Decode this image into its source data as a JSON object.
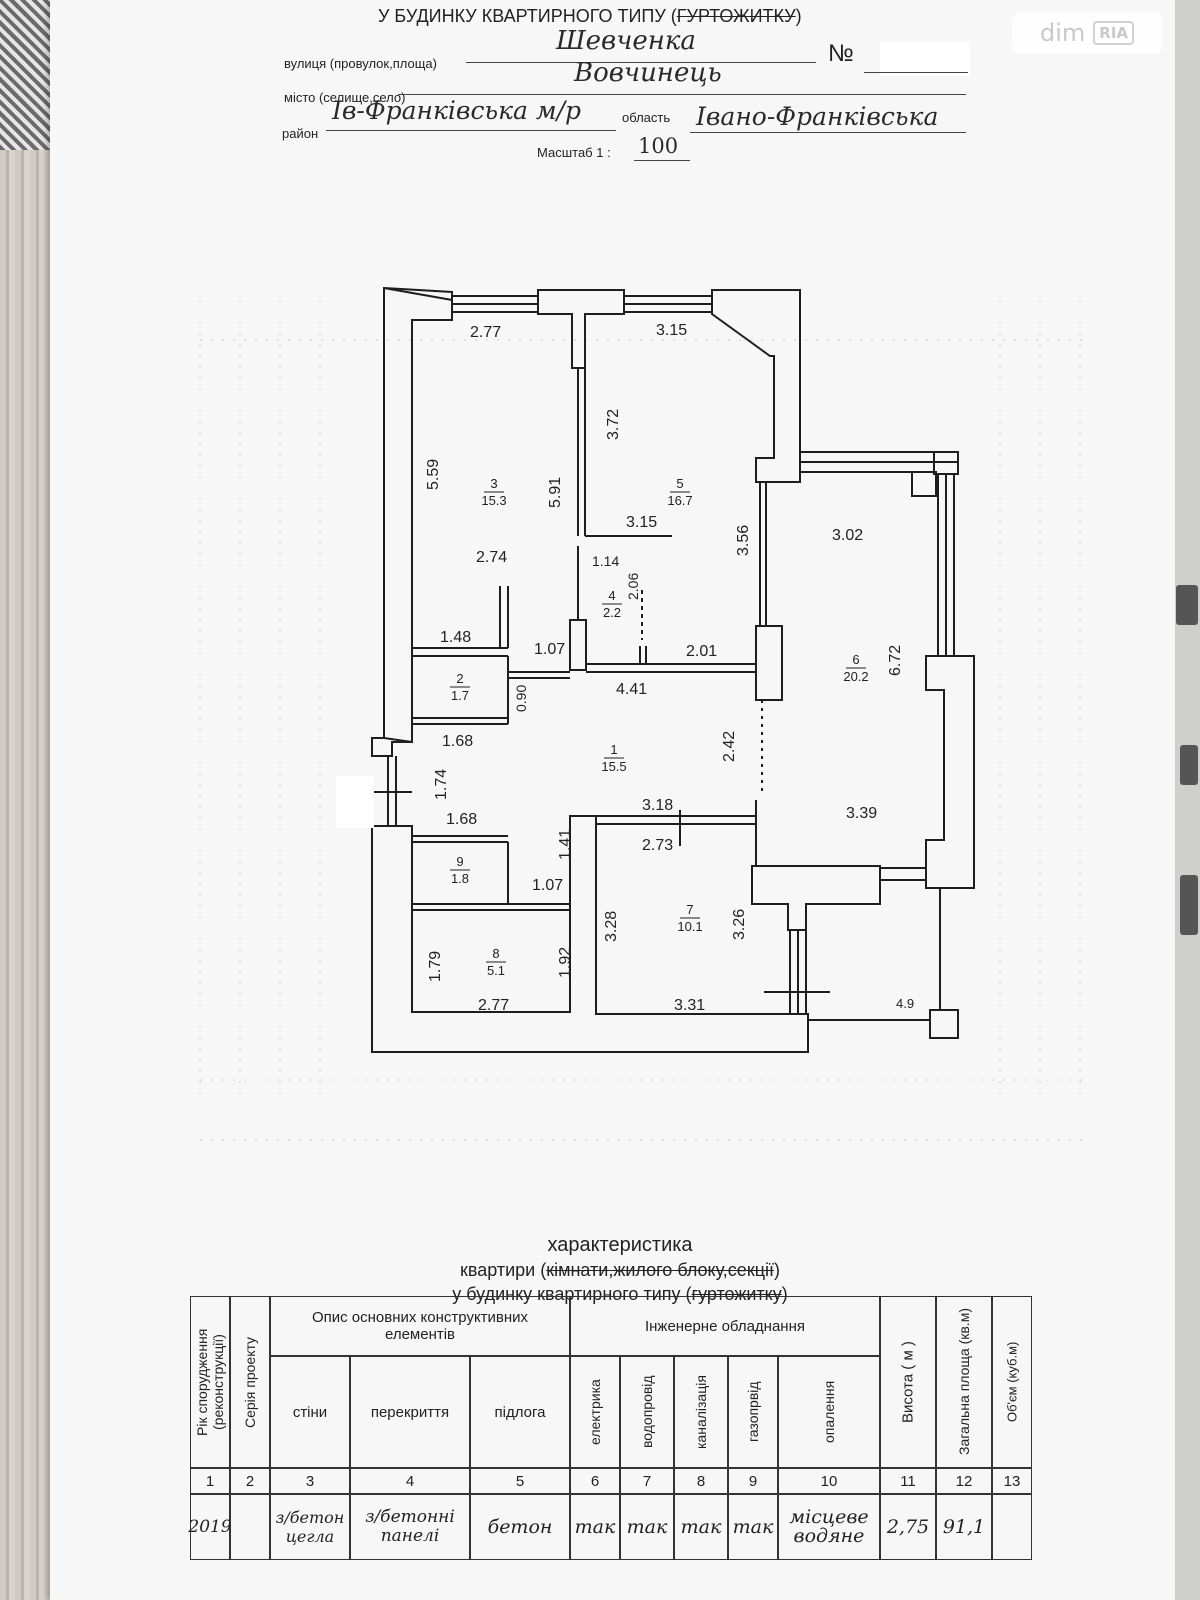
{
  "header": {
    "title_prefix": "У БУДИНКУ КВАРТИРНОГО ТИПУ (",
    "title_struck": "ГУРТОЖИТКУ",
    "title_suffix": ")",
    "street_label": "вулиця (провулок,площа)",
    "street_value": "Шевченка",
    "number_label": "№",
    "city_label": "місто (селище,село)",
    "city_value": "Вовчинець",
    "district_label": "район",
    "district_value": "Ів-Франківська м/р",
    "region_label": "область",
    "region_value": "Івано-Франківська",
    "scale_label": "Масштаб 1 :",
    "scale_value": "100"
  },
  "watermark": {
    "text": "dim",
    "badge": "RIA"
  },
  "floorplan": {
    "dimensions": {
      "d_top_left": "2.77",
      "d_top_mid": "3.15",
      "d_559": "5.59",
      "d_591": "5.91",
      "d_372": "3.72",
      "d_274": "2.74",
      "d_315": "3.15",
      "d_356": "3.56",
      "d_302": "3.02",
      "d_114": "1.14",
      "d_206": "2.06",
      "d_148": "1.48",
      "d_107a": "1.07",
      "d_441": "4.41",
      "d_201": "2.01",
      "d_672": "6.72",
      "d_090": "0.90",
      "d_168a": "1.68",
      "d_242": "2.42",
      "d_174": "1.74",
      "d_168b": "1.68",
      "d_318": "3.18",
      "d_339": "3.39",
      "d_141": "1.41",
      "d_273": "2.73",
      "d_107b": "1.07",
      "d_328": "3.28",
      "d_326": "3.26",
      "d_179": "1.79",
      "d_192": "1.92",
      "d_277b": "2.77",
      "d_331": "3.31",
      "d_49": "4.9"
    },
    "rooms": [
      {
        "num": "3",
        "area": "15.3"
      },
      {
        "num": "5",
        "area": "16.7"
      },
      {
        "num": "4",
        "area": "2.2"
      },
      {
        "num": "2",
        "area": "1.7"
      },
      {
        "num": "6",
        "area": "20.2"
      },
      {
        "num": "1",
        "area": "15.5"
      },
      {
        "num": "9",
        "area": "1.8"
      },
      {
        "num": "7",
        "area": "10.1"
      },
      {
        "num": "8",
        "area": "5.1"
      }
    ]
  },
  "characteristics": {
    "title": "характеристика",
    "line2_a": "квартири (",
    "line2_struck": "кімнати,жилого блоку,секції",
    "line2_b": ")",
    "line3_a": "у будинку квартирного типу (",
    "line3_struck": "гуртожитку",
    "line3_b": ")"
  },
  "table": {
    "headers": {
      "year": "Рік спорудження (реконструкції)",
      "series": "Серія проекту",
      "structural": "Опис основних конструктивних елементів",
      "engineering": "Інженерне обладнання",
      "height": "Висота ( м )",
      "area": "Загальна площа (кв.м)",
      "volume": "Об'єм (куб.м)",
      "walls": "стіни",
      "floors": "перекриття",
      "floor": "підлога",
      "electric": "електрика",
      "water": "водопровід",
      "sewer": "каналізація",
      "gas": "газопрвід",
      "heating": "опалення"
    },
    "numbers": [
      "1",
      "2",
      "3",
      "4",
      "5",
      "6",
      "7",
      "8",
      "9",
      "10",
      "11",
      "12",
      "13"
    ],
    "values": {
      "year": "2019",
      "series": "",
      "walls": "з/бетон цегла",
      "floors": "з/бетонні панелі",
      "floor": "бетон",
      "electric": "так",
      "water": "так",
      "sewer": "так",
      "gas": "так",
      "heating": "місцеве водяне",
      "height": "2,75",
      "area": "91,1",
      "volume": ""
    }
  }
}
